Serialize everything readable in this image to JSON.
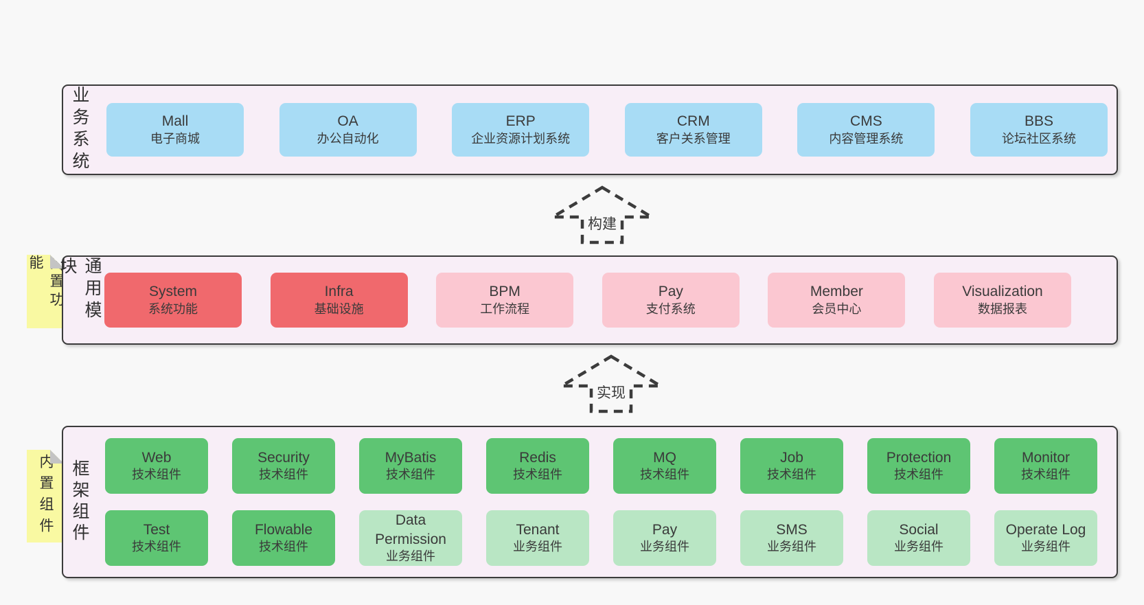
{
  "colors": {
    "page_bg": "#f8f8f8",
    "layer_bg": "#f8eef7",
    "layer_border": "#3b3b3b",
    "blue_box": "#a8dcf5",
    "red_box": "#f0696d",
    "pink_box": "#fbc7d1",
    "green_box": "#5ec573",
    "light_green_box": "#b9e6c4",
    "yellow_tag": "#f9f9a2"
  },
  "arrows": [
    {
      "label": "构建"
    },
    {
      "label": "实现"
    }
  ],
  "layers": [
    {
      "label": "业务系统",
      "boxes": [
        {
          "name": "Mall",
          "subtitle": "电子商城"
        },
        {
          "name": "OA",
          "subtitle": "办公自动化"
        },
        {
          "name": "ERP",
          "subtitle": "企业资源计划系统"
        },
        {
          "name": "CRM",
          "subtitle": "客户关系管理"
        },
        {
          "name": "CMS",
          "subtitle": "内容管理系统"
        },
        {
          "name": "BBS",
          "subtitle": "论坛社区系统"
        }
      ]
    },
    {
      "label": "通用模块",
      "tag": "内置功能",
      "boxes": [
        {
          "name": "System",
          "subtitle": "系统功能"
        },
        {
          "name": "Infra",
          "subtitle": "基础设施"
        },
        {
          "name": "BPM",
          "subtitle": "工作流程"
        },
        {
          "name": "Pay",
          "subtitle": "支付系统"
        },
        {
          "name": "Member",
          "subtitle": "会员中心"
        },
        {
          "name": "Visualization",
          "subtitle": "数据报表"
        }
      ]
    },
    {
      "label": "框架组件",
      "tag": "内置组件",
      "rows": [
        [
          {
            "name": "Web",
            "subtitle": "技术组件"
          },
          {
            "name": "Security",
            "subtitle": "技术组件"
          },
          {
            "name": "MyBatis",
            "subtitle": "技术组件"
          },
          {
            "name": "Redis",
            "subtitle": "技术组件"
          },
          {
            "name": "MQ",
            "subtitle": "技术组件"
          },
          {
            "name": "Job",
            "subtitle": "技术组件"
          },
          {
            "name": "Protection",
            "subtitle": "技术组件"
          },
          {
            "name": "Monitor",
            "subtitle": "技术组件"
          }
        ],
        [
          {
            "name": "Test",
            "subtitle": "技术组件"
          },
          {
            "name": "Flowable",
            "subtitle": "技术组件"
          },
          {
            "name": "Data Permission",
            "subtitle": "业务组件"
          },
          {
            "name": "Tenant",
            "subtitle": "业务组件"
          },
          {
            "name": "Pay",
            "subtitle": "业务组件"
          },
          {
            "name": "SMS",
            "subtitle": "业务组件"
          },
          {
            "name": "Social",
            "subtitle": "业务组件"
          },
          {
            "name": "Operate Log",
            "subtitle": "业务组件"
          }
        ]
      ]
    }
  ]
}
